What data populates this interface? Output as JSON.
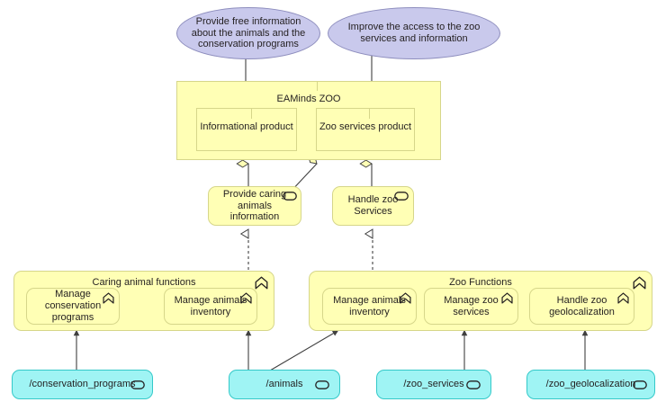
{
  "diagram": {
    "title": "EAMinds ZOO architecture",
    "colors": {
      "goal_fill": "#c9c9ec",
      "goal_stroke": "#8d8dbd",
      "yellow_fill": "#ffffb5",
      "yellow_stroke": "#d6d68a",
      "cyan_fill": "#9ff4f4",
      "cyan_stroke": "#34c9c9",
      "line": "#404040",
      "text": "#231f20"
    }
  },
  "goals": [
    {
      "id": "goal-free-information",
      "label": "Provide free information about the animals and the conservation programs"
    },
    {
      "id": "goal-access-zoo-services",
      "label": "Improve the access to the zoo services and information"
    }
  ],
  "package": {
    "id": "package-eaminds-zoo",
    "title": "EAMinds ZOO",
    "products": [
      {
        "id": "product-informational",
        "label": "Informational product"
      },
      {
        "id": "product-zoo-services",
        "label": "Zoo services product"
      }
    ]
  },
  "services": [
    {
      "id": "service-provide-caring-animals-information",
      "label": "Provide caring animals information",
      "icon": "service-oval-icon"
    },
    {
      "id": "service-handle-zoo-services",
      "label": "Handle zoo Services",
      "icon": "service-oval-icon"
    }
  ],
  "function_groups": [
    {
      "id": "group-caring-animal-functions",
      "title": "Caring animal functions",
      "icon": "function-chevron-icon",
      "functions": [
        {
          "id": "function-manage-conservation-programs",
          "label": "Manage conservation programs",
          "icon": "function-chevron-icon"
        },
        {
          "id": "function-manage-animals-inventory-caring",
          "label": "Manage animals inventory",
          "icon": "function-chevron-icon"
        }
      ]
    },
    {
      "id": "group-zoo-functions",
      "title": "Zoo Functions",
      "icon": "function-chevron-icon",
      "functions": [
        {
          "id": "function-manage-animals-inventory-zoo",
          "label": "Manage animals inventory",
          "icon": "function-chevron-icon"
        },
        {
          "id": "function-manage-zoo-services",
          "label": "Manage zoo services",
          "icon": "function-chevron-icon"
        },
        {
          "id": "function-handle-zoo-geolocalization",
          "label": "Handle zoo geolocalization",
          "icon": "function-chevron-icon"
        }
      ]
    }
  ],
  "interfaces": [
    {
      "id": "interface-conservation-programs",
      "label": "/conservation_programs",
      "icon": "interface-oval-icon"
    },
    {
      "id": "interface-animals",
      "label": "/animals",
      "icon": "interface-oval-icon"
    },
    {
      "id": "interface-zoo-services",
      "label": "/zoo_services",
      "icon": "interface-oval-icon"
    },
    {
      "id": "interface-zoo-geolocalization",
      "label": "/zoo_geolocalization",
      "icon": "interface-oval-icon"
    }
  ],
  "relationships": [
    {
      "type": "association",
      "from": "goal-free-information",
      "to": "product-informational"
    },
    {
      "type": "association",
      "from": "goal-access-zoo-services",
      "to": "product-zoo-services"
    },
    {
      "type": "aggregation",
      "from": "product-informational",
      "to": "service-provide-caring-animals-information"
    },
    {
      "type": "aggregation",
      "from": "product-zoo-services",
      "to": "service-provide-caring-animals-information"
    },
    {
      "type": "aggregation",
      "from": "product-zoo-services",
      "to": "service-handle-zoo-services"
    },
    {
      "type": "realization",
      "from": "group-caring-animal-functions",
      "to": "service-provide-caring-animals-information"
    },
    {
      "type": "realization",
      "from": "group-zoo-functions",
      "to": "service-handle-zoo-services"
    },
    {
      "type": "serving",
      "from": "interface-conservation-programs",
      "to": "function-manage-conservation-programs"
    },
    {
      "type": "serving",
      "from": "interface-animals",
      "to": "function-manage-animals-inventory-caring"
    },
    {
      "type": "serving",
      "from": "interface-animals",
      "to": "function-manage-animals-inventory-zoo"
    },
    {
      "type": "serving",
      "from": "interface-zoo-services",
      "to": "function-manage-zoo-services"
    },
    {
      "type": "serving",
      "from": "interface-zoo-geolocalization",
      "to": "function-handle-zoo-geolocalization"
    }
  ]
}
